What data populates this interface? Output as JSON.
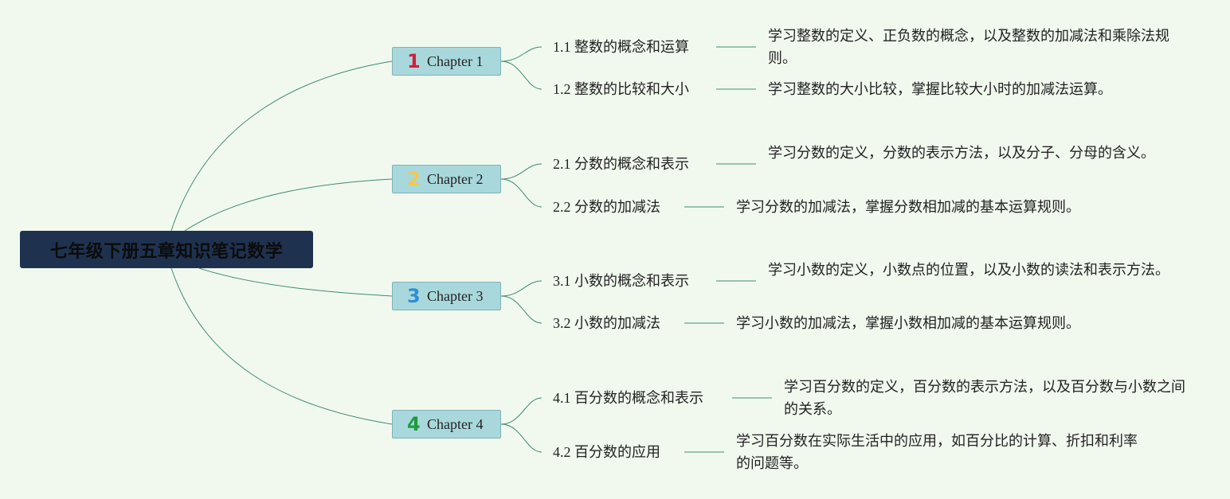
{
  "root": {
    "title": "七年级下册五章知识笔记数学"
  },
  "chapters": [
    {
      "marker": "1",
      "marker_color": "#d21f3c",
      "label": "Chapter 1",
      "topics": [
        {
          "title": "1.1 整数的概念和运算",
          "desc": "学习整数的定义、正负数的概念，以及整数的加减法和乘除法规则。"
        },
        {
          "title": "1.2 整数的比较和大小",
          "desc": "学习整数的大小比较，掌握比较大小时的加减法运算。"
        }
      ]
    },
    {
      "marker": "2",
      "marker_color": "#f2c94c",
      "label": "Chapter 2",
      "topics": [
        {
          "title": "2.1 分数的概念和表示",
          "desc": "学习分数的定义，分数的表示方法，以及分子、分母的含义。"
        },
        {
          "title": "2.2 分数的加减法",
          "desc": "学习分数的加减法，掌握分数相加减的基本运算规则。"
        }
      ]
    },
    {
      "marker": "3",
      "marker_color": "#2d8fd6",
      "label": "Chapter 3",
      "topics": [
        {
          "title": "3.1 小数的概念和表示",
          "desc": "学习小数的定义，小数点的位置，以及小数的读法和表示方法。"
        },
        {
          "title": "3.2 小数的加减法",
          "desc": "学习小数的加减法，掌握小数相加减的基本运算规则。"
        }
      ]
    },
    {
      "marker": "4",
      "marker_color": "#1e9b3f",
      "label": "Chapter 4",
      "topics": [
        {
          "title": "4.1 百分数的概念和表示",
          "desc": "学习百分数的定义，百分数的表示方法，以及百分数与小数之间的关系。"
        },
        {
          "title": "4.2 百分数的应用",
          "desc": "学习百分数在实际生活中的应用，如百分比的计算、折扣和利率的问题等。"
        }
      ]
    }
  ]
}
